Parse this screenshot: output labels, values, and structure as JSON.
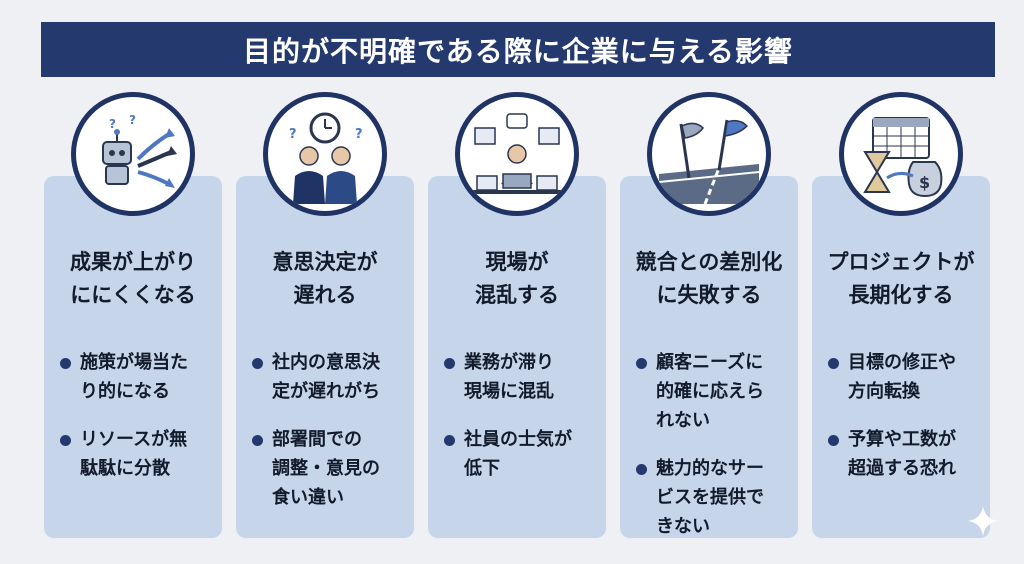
{
  "title": "目的が不明確である際に企業に与える影響",
  "cards": [
    {
      "icon": "robot-arrows-icon",
      "title_line1": "成果が上がり",
      "title_line2": "ににくくなる",
      "bullets": [
        "施策が場当た\nり的になる",
        "リソースが無\n駄駄に分散"
      ]
    },
    {
      "icon": "businessmen-clock-icon",
      "title_line1": "意思決定が",
      "title_line2": "遅れる",
      "bullets": [
        "社内の意思決\n定が遅れがち",
        "部署間での\n調整・意見の\n食い違い"
      ]
    },
    {
      "icon": "stressed-worker-icon",
      "title_line1": "現場が",
      "title_line2": "混乱する",
      "bullets": [
        "業務が滞り\n現場に混乱",
        "社員の士気が\n低下"
      ]
    },
    {
      "icon": "race-flags-icon",
      "title_line1": "競合との差別化",
      "title_line2": "に失敗する",
      "bullets": [
        "顧客ニーズに\n的確に応えら\nれない",
        "魅力的なサー\nビスを提供で\nきない"
      ]
    },
    {
      "icon": "calendar-hourglass-money-icon",
      "title_line1": "プロジェクトが",
      "title_line2": "長期化する",
      "bullets": [
        "目標の修正や\n方向転換",
        "予算や工数が\n超過する恐れ"
      ]
    }
  ],
  "colors": {
    "background": "#eef0f4",
    "title_bar": "#243a6e",
    "card": "#c7d5ea",
    "badge_border": "#1f3364"
  }
}
